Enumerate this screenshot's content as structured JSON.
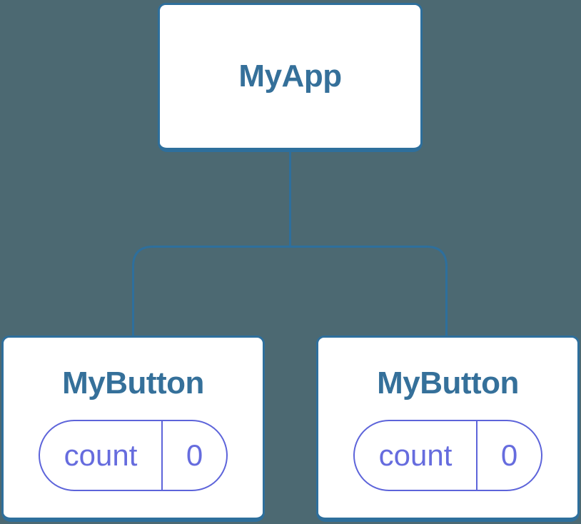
{
  "colors": {
    "background": "#4C6972",
    "node_border": "#2E6F9C",
    "node_background": "#FFFFFF",
    "node_label": "#35709A",
    "pill_border": "#5D64DA",
    "pill_text": "#666CDE"
  },
  "tree": {
    "root": {
      "label": "MyApp"
    },
    "children": [
      {
        "label": "MyButton",
        "state": {
          "key": "count",
          "value": "0"
        }
      },
      {
        "label": "MyButton",
        "state": {
          "key": "count",
          "value": "0"
        }
      }
    ]
  }
}
